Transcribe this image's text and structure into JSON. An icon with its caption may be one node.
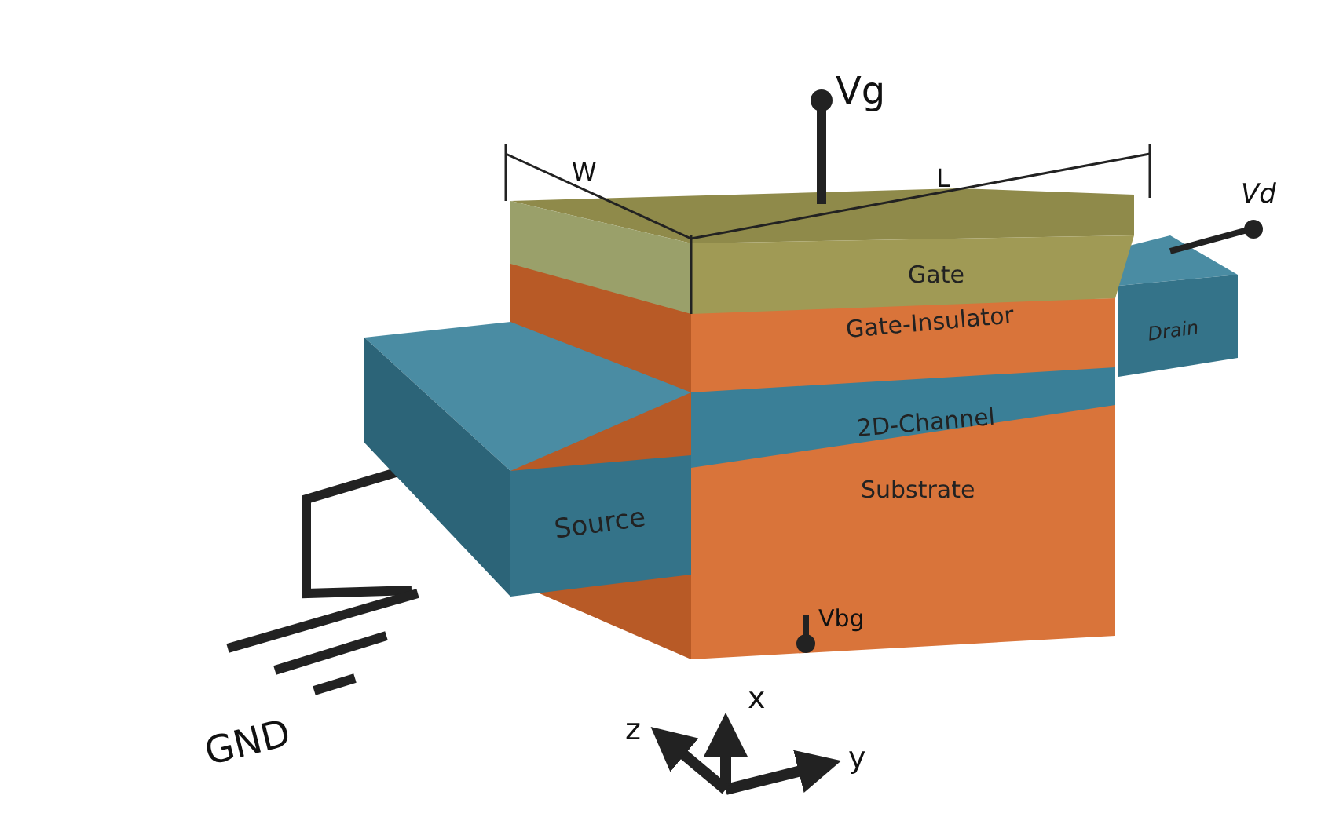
{
  "diagram": {
    "labels": [
      "Vg",
      "W",
      "L",
      "Vd",
      "Gate",
      "Gate-Insulator",
      "Drain",
      "2D-Channel",
      "Source",
      "Substrate",
      "Vbg",
      "GND",
      "z",
      "x",
      "y"
    ]
  }
}
